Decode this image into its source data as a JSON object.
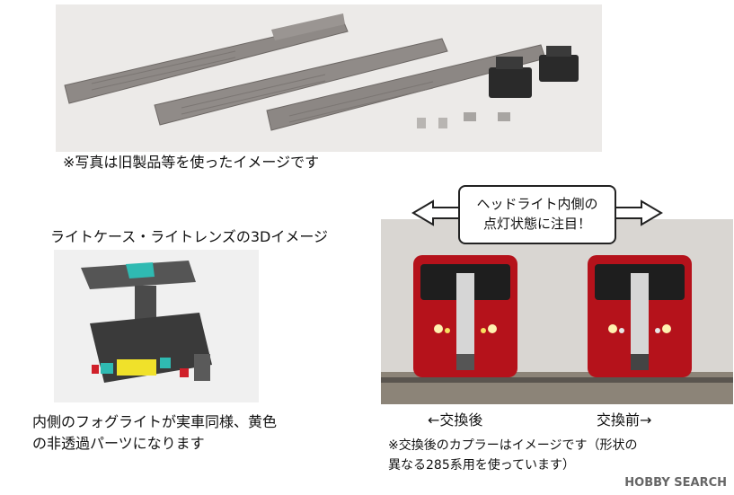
{
  "photo_caption": "※写真は旧製品等を使ったイメージです",
  "light_case_caption": "ライトケース・ライトレンズの3Dイメージ",
  "fog_text_line1": "内側のフォグライトが実車同様、黄色",
  "fog_text_line2": "の非透過パーツになります",
  "callout_line1": "ヘッドライト内側の",
  "callout_line2": "点灯状態に注目！",
  "after_label": "←交換後",
  "before_label": "交換前→",
  "coupler_note_line1": "※交換後のカプラーはイメージです（形状の",
  "coupler_note_line2": "異なる285系用を使っています）",
  "logo_text": "HOBBY SEARCH",
  "colors": {
    "train_red": "#b5121b",
    "parts_gray": "#8a8582",
    "bg_photo": "#e9e8e6"
  }
}
